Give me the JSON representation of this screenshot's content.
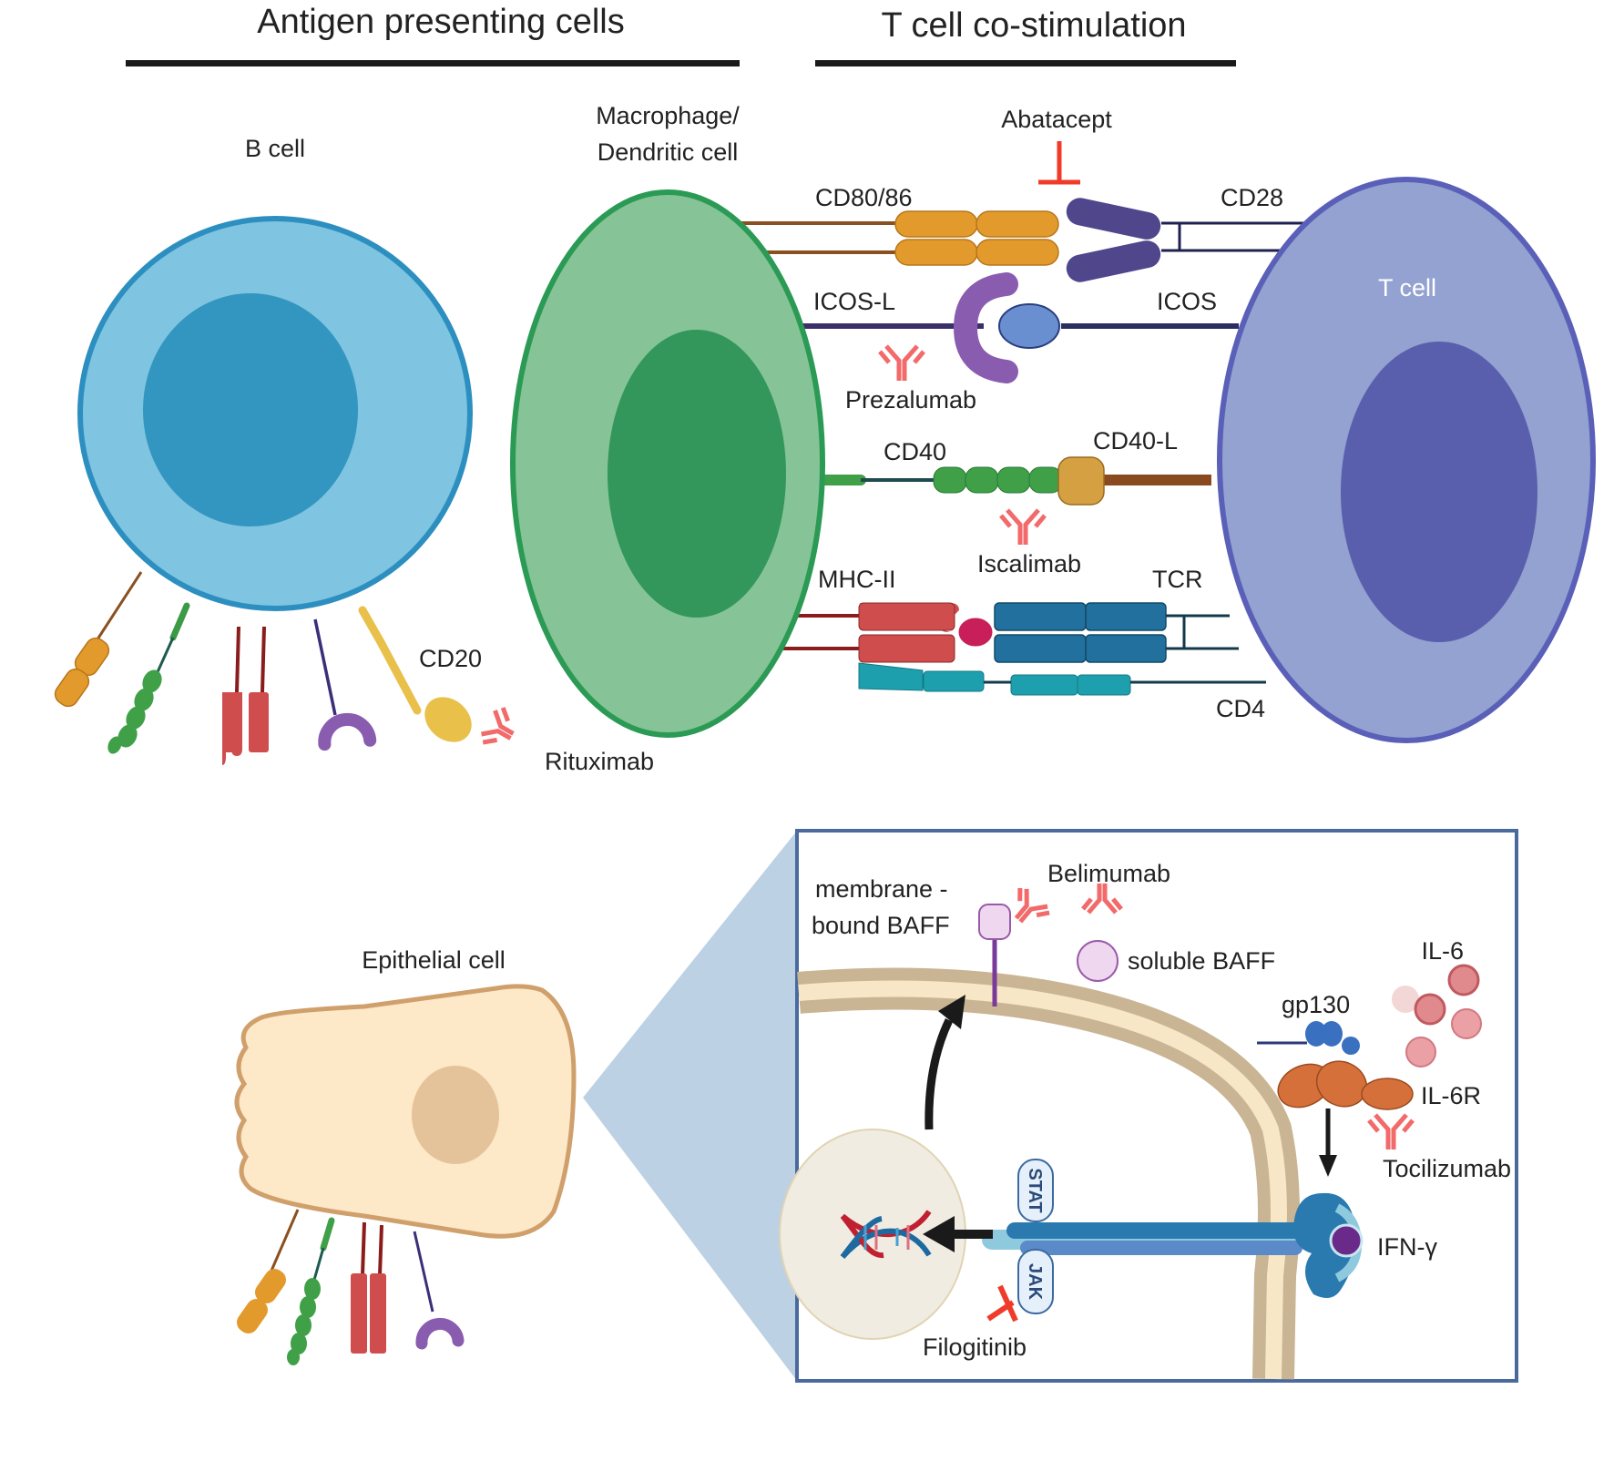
{
  "headings": {
    "apc": "Antigen presenting  cells",
    "costim": "T cell co-stimulation"
  },
  "cells": {
    "b_cell": "B cell",
    "macrophage_line1": "Macrophage/",
    "macrophage_line2": "Dendritic cell",
    "t_cell": "T cell",
    "epithelial": "Epithelial cell"
  },
  "molecules": {
    "cd80_86": "CD80/86",
    "cd28": "CD28",
    "icos_l": "ICOS-L",
    "icos": "ICOS",
    "cd40": "CD40",
    "cd40_l": "CD40-L",
    "mhc_ii": "MHC-II",
    "tcr": "TCR",
    "cd4": "CD4",
    "cd20": "CD20",
    "membrane_baff_line1": "membrane -",
    "membrane_baff_line2": "bound BAFF",
    "soluble_baff": "soluble BAFF",
    "il6": "IL-6",
    "il6r": "IL-6R",
    "gp130": "gp130",
    "ifn_gamma": "IFN-γ",
    "stat": "STAT",
    "jak": "JAK"
  },
  "drugs": {
    "abatacept": "Abatacept",
    "prezalumab": "Prezalumab",
    "iscalimab": "Iscalimab",
    "rituximab": "Rituximab",
    "belimumab": "Belimumab",
    "tocilizumab": "Tocilizumab",
    "filogitinib": "Filogitinib"
  },
  "colors": {
    "inhibitor_red": "#f03a2a",
    "antibody_red": "#f26a6a",
    "b_cell_fill": "#7fc4e0",
    "b_cell_nucleus": "#3396c0",
    "macrophage_fill": "#86c497",
    "macrophage_nucleus": "#33965a",
    "t_cell_fill": "#93a2d0",
    "t_cell_nucleus": "#5a5fad",
    "epithelial_fill": "#fde8c8",
    "epithelial_nucleus": "#e5c39a",
    "inset_border": "#4a6a9e"
  }
}
